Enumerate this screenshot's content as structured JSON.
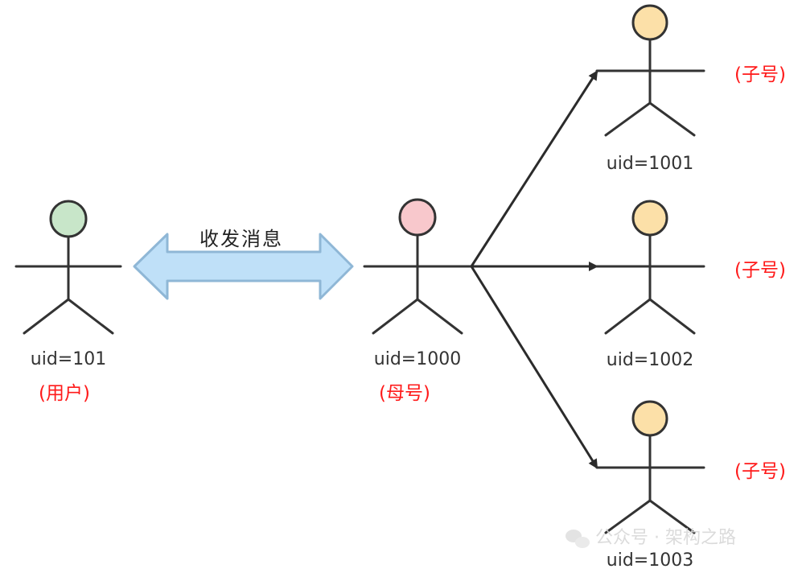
{
  "message_label": "收发消息",
  "user": {
    "uid": "uid=101",
    "role": "(用户)",
    "head_color": "#c8e6c9"
  },
  "parent": {
    "uid": "uid=1000",
    "role": "(母号)",
    "head_color": "#f8c8cc"
  },
  "children": [
    {
      "uid": "uid=1001",
      "role": "(子号)",
      "head_color": "#fce0a8"
    },
    {
      "uid": "uid=1002",
      "role": "(子号)",
      "head_color": "#fce0a8"
    },
    {
      "uid": "uid=1003",
      "role": "(子号)",
      "head_color": "#fce0a8"
    }
  ],
  "colors": {
    "arrow_fill": "#bfe0f8",
    "arrow_stroke": "#8fb7d6",
    "role_text": "#ff1a1a",
    "line": "#333333"
  },
  "watermark": "公众号 · 架构之路"
}
